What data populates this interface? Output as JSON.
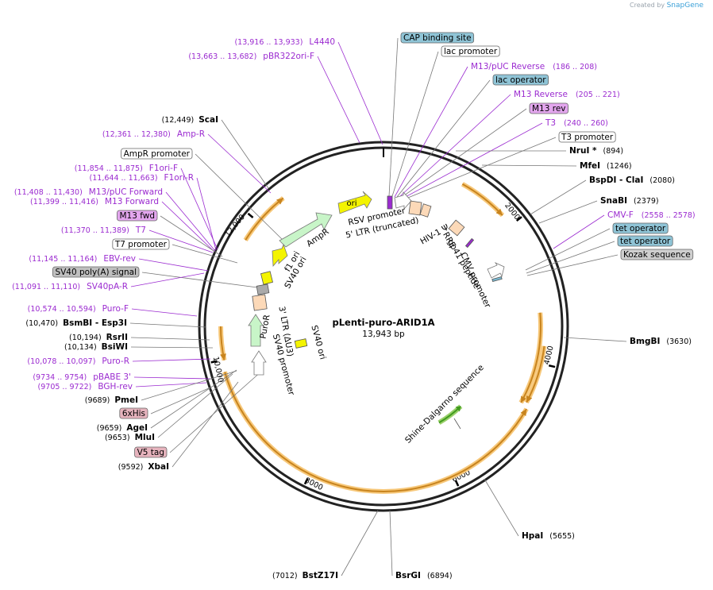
{
  "credit": {
    "prefix": "Created by",
    "brand": "SnapGene"
  },
  "plasmid": {
    "name": "pLenti-puro-ARID1A",
    "length": "13,943 bp"
  },
  "ticks": [
    "2000",
    "4000",
    "6000",
    "8000",
    "10,000",
    "12,000"
  ],
  "colors": {
    "primer": "#9b2bd0",
    "backbone": "#222222",
    "orange_feature": "#e8a13a",
    "promoter_box": "#ffffff",
    "misc_box": "#fcd9b8",
    "regulatory_box": "#7ab8d0"
  },
  "labels": [
    {
      "text": "L4440",
      "coord": "(13,916 .. 13,933)",
      "kind": "primer"
    },
    {
      "text": "pBR322ori-F",
      "coord": "(13,663 .. 13,682)",
      "kind": "primer"
    },
    {
      "text": "ScaI",
      "coord": "(12,449)",
      "kind": "enzyme"
    },
    {
      "text": "Amp-R",
      "coord": "(12,361 .. 12,380)",
      "kind": "primer"
    },
    {
      "text": "AmpR promoter",
      "coord": "",
      "kind": "promoter"
    },
    {
      "text": "F1ori-F",
      "coord": "(11,854 .. 11,875)",
      "kind": "primer"
    },
    {
      "text": "F1ori-R",
      "coord": "(11,644 .. 11,663)",
      "kind": "primer"
    },
    {
      "text": "M13/pUC Forward",
      "coord": "(11,408 .. 11,430)",
      "kind": "primer"
    },
    {
      "text": "M13 Forward",
      "coord": "(11,399 .. 11,416)",
      "kind": "primer"
    },
    {
      "text": "M13 fwd",
      "coord": "",
      "kind": "primer_bind"
    },
    {
      "text": "T7",
      "coord": "(11,370 .. 11,389)",
      "kind": "primer"
    },
    {
      "text": "T7 promoter",
      "coord": "",
      "kind": "promoter"
    },
    {
      "text": "EBV-rev",
      "coord": "(11,145 .. 11,164)",
      "kind": "primer"
    },
    {
      "text": "SV40 poly(A) signal",
      "coord": "",
      "kind": "terminator"
    },
    {
      "text": "SV40pA-R",
      "coord": "(11,091 .. 11,110)",
      "kind": "primer"
    },
    {
      "text": "Puro-F",
      "coord": "(10,574 .. 10,594)",
      "kind": "primer"
    },
    {
      "text": "BsmBI",
      "text2": "Esp3I",
      "coord": "(10,470)",
      "kind": "enzyme_pair"
    },
    {
      "text": "RsrII",
      "coord": "(10,194)",
      "kind": "enzyme"
    },
    {
      "text": "BsiWI",
      "coord": "(10,134)",
      "kind": "enzyme"
    },
    {
      "text": "Puro-R",
      "coord": "(10,078 .. 10,097)",
      "kind": "primer"
    },
    {
      "text": "pBABE 3'",
      "coord": "(9734 .. 9754)",
      "kind": "primer"
    },
    {
      "text": "BGH-rev",
      "coord": "(9705 .. 9722)",
      "kind": "primer"
    },
    {
      "text": "PmeI",
      "coord": "(9689)",
      "kind": "enzyme"
    },
    {
      "text": "6xHis",
      "coord": "",
      "kind": "tag"
    },
    {
      "text": "AgeI",
      "coord": "(9659)",
      "kind": "enzyme"
    },
    {
      "text": "MluI",
      "coord": "(9653)",
      "kind": "enzyme"
    },
    {
      "text": "V5 tag",
      "coord": "",
      "kind": "tag"
    },
    {
      "text": "XbaI",
      "coord": "(9592)",
      "kind": "enzyme"
    },
    {
      "text": "CAP binding site",
      "coord": "",
      "kind": "regulatory"
    },
    {
      "text": "lac promoter",
      "coord": "",
      "kind": "promoter"
    },
    {
      "text": "M13/pUC Reverse",
      "coord": "(186 .. 208)",
      "kind": "primer"
    },
    {
      "text": "lac operator",
      "coord": "",
      "kind": "regulatory"
    },
    {
      "text": "M13 Reverse",
      "coord": "(205 .. 221)",
      "kind": "primer"
    },
    {
      "text": "M13 rev",
      "coord": "",
      "kind": "primer_bind"
    },
    {
      "text": "T3",
      "coord": "(240 .. 260)",
      "kind": "primer"
    },
    {
      "text": "T3 promoter",
      "coord": "",
      "kind": "promoter"
    },
    {
      "text": "NruI *",
      "coord": "(894)",
      "kind": "enzyme"
    },
    {
      "text": "MfeI",
      "coord": "(1246)",
      "kind": "enzyme"
    },
    {
      "text": "BspDI",
      "text2": "ClaI",
      "coord": "(2080)",
      "kind": "enzyme_pair"
    },
    {
      "text": "SnaBI",
      "coord": "(2379)",
      "kind": "enzyme"
    },
    {
      "text": "CMV-F",
      "coord": "(2558 .. 2578)",
      "kind": "primer"
    },
    {
      "text": "tet operator",
      "coord": "",
      "kind": "regulatory"
    },
    {
      "text": "tet operator",
      "coord": "",
      "kind": "regulatory"
    },
    {
      "text": "Kozak sequence",
      "coord": "",
      "kind": "misc"
    },
    {
      "text": "BmgBI",
      "coord": "(3630)",
      "kind": "enzyme"
    },
    {
      "text": "HpaI",
      "coord": "(5655)",
      "kind": "enzyme"
    },
    {
      "text": "BstZ17I",
      "coord": "(7012)",
      "kind": "enzyme"
    },
    {
      "text": "BsrGI",
      "coord": "(6894)",
      "kind": "enzyme"
    }
  ],
  "feature_labels": [
    {
      "text": "ori"
    },
    {
      "text": "AmpR"
    },
    {
      "text": "f1 ori"
    },
    {
      "text": "SV40 ori"
    },
    {
      "text": "RSV promoter"
    },
    {
      "text": "5' LTR (truncated)"
    },
    {
      "text": "HIV-1 Ψ"
    },
    {
      "text": "RRE"
    },
    {
      "text": "gp41 peptide"
    },
    {
      "text": "CMV promoter"
    },
    {
      "text": "3' LTR (ΔU3)"
    },
    {
      "text": "PuroR"
    },
    {
      "text": "SV40 promoter"
    },
    {
      "text": "SV40 ori"
    },
    {
      "text": "Shine-Dalgarno sequence"
    }
  ]
}
